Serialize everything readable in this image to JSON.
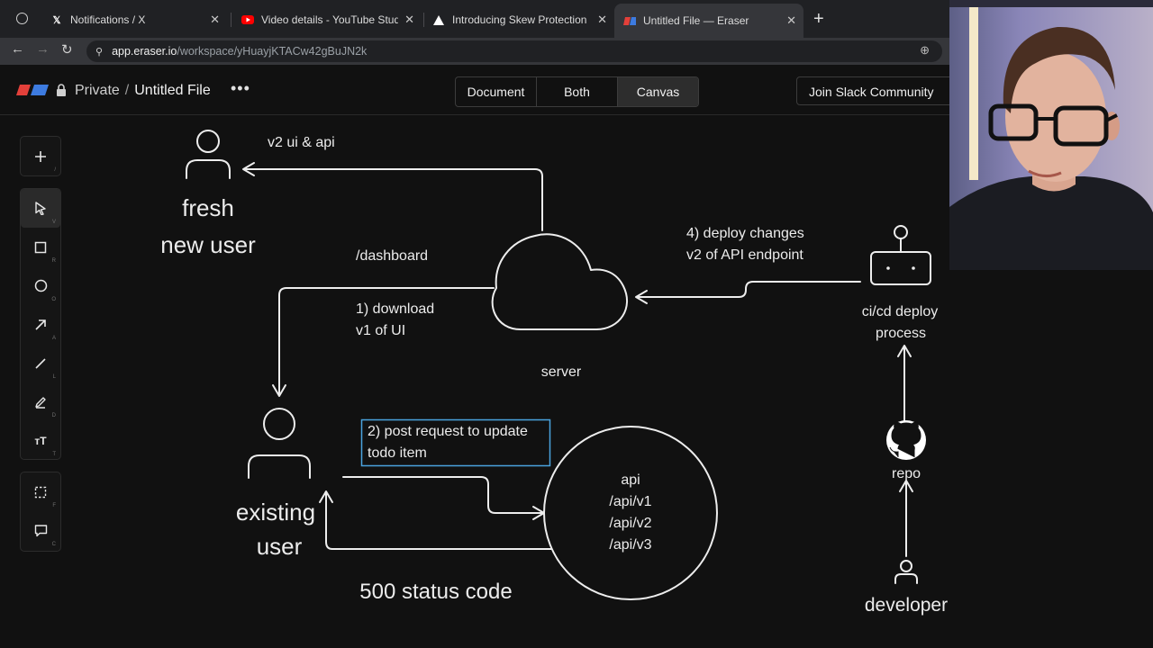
{
  "browser": {
    "tabs": [
      {
        "title": "Notifications / X",
        "icon": "x-logo-icon"
      },
      {
        "title": "Video details - YouTube Studio",
        "icon": "youtube-icon"
      },
      {
        "title": "Introducing Skew Protection -",
        "icon": "vercel-icon"
      },
      {
        "title": "Untitled File — Eraser",
        "icon": "eraser-icon"
      }
    ],
    "url_host": "app.eraser.io",
    "url_path": "/workspace/yHuayjKTACw42gBuJN2k"
  },
  "app": {
    "breadcrumb_private": "Private",
    "breadcrumb_sep": "/",
    "file_title": "Untitled File",
    "more": "•••",
    "view_tabs": [
      "Document",
      "Both",
      "Canvas"
    ],
    "active_view": "Canvas",
    "slack_button": "Join Slack Community"
  },
  "toolbar": {
    "add_key": "/",
    "tools": [
      {
        "name": "select",
        "key": "V"
      },
      {
        "name": "rectangle",
        "key": "R"
      },
      {
        "name": "ellipse",
        "key": "O"
      },
      {
        "name": "arrow",
        "key": "A"
      },
      {
        "name": "line",
        "key": "L"
      },
      {
        "name": "pencil",
        "key": "D"
      },
      {
        "name": "text",
        "key": "T",
        "glyph": "ᴛT"
      }
    ],
    "extra": [
      {
        "name": "frame",
        "key": "F"
      },
      {
        "name": "comment",
        "key": "C"
      }
    ]
  },
  "diagram": {
    "fresh_user": [
      "fresh",
      "new user"
    ],
    "v2_label": "v2 ui & api",
    "dashboard": "/dashboard",
    "download": [
      "1) download",
      "v1 of UI"
    ],
    "server": "server",
    "deploy": [
      "4) deploy changes",
      "v2 of API endpoint"
    ],
    "cicd": [
      "ci/cd deploy",
      "process"
    ],
    "existing_user": [
      "existing",
      "user"
    ],
    "post": [
      "2) post request to update",
      "todo item"
    ],
    "api": [
      "api",
      "/api/v1",
      "/api/v2",
      "/api/v3"
    ],
    "status": "500 status code",
    "repo": "repo",
    "developer": "developer",
    "accent_color": "#4aa3df"
  }
}
